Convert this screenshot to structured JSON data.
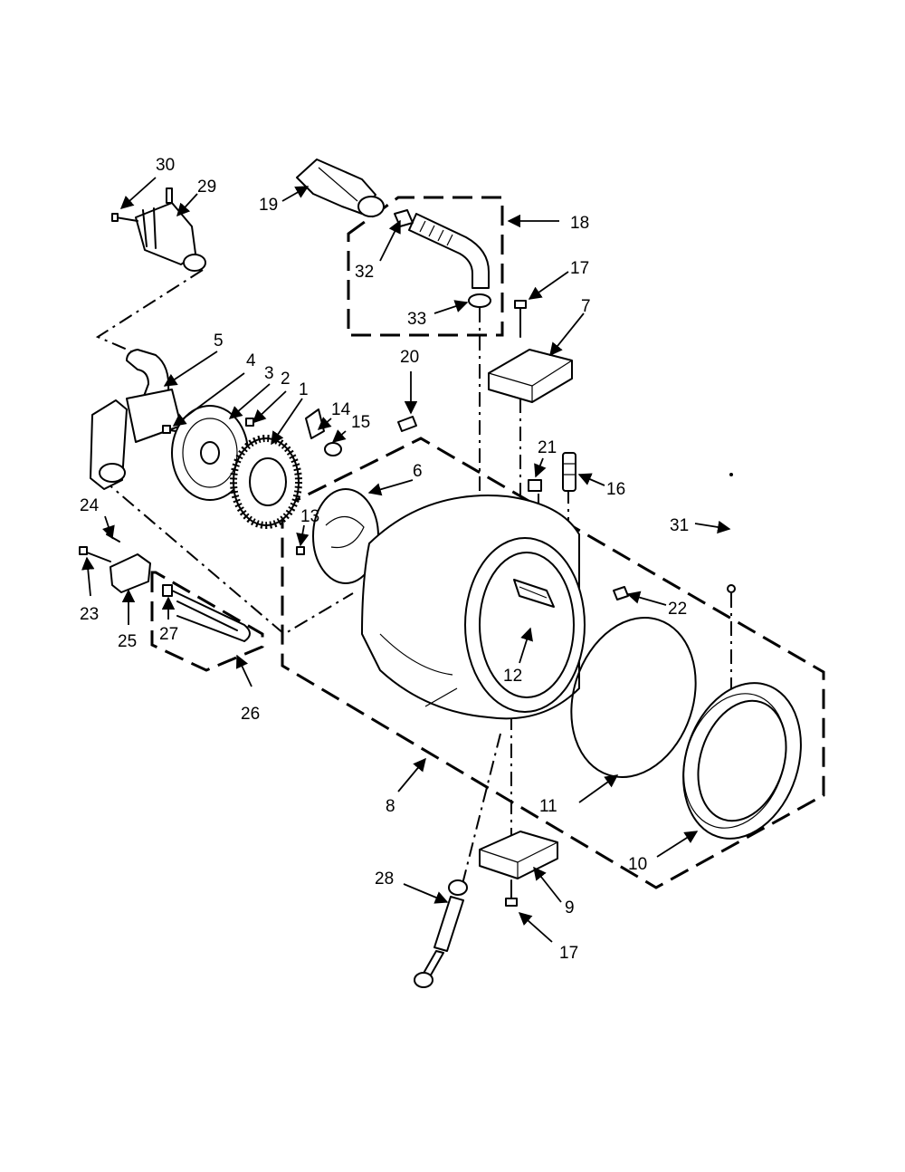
{
  "callouts": [
    "30",
    "29",
    "19",
    "18",
    "32",
    "17",
    "33",
    "7",
    "5",
    "4",
    "3",
    "2",
    "1",
    "14",
    "15",
    "20",
    "21",
    "16",
    "6",
    "31",
    "13",
    "24",
    "22",
    "12",
    "23",
    "25",
    "27",
    "26",
    "8",
    "11",
    "10",
    "28",
    "9",
    "17"
  ]
}
